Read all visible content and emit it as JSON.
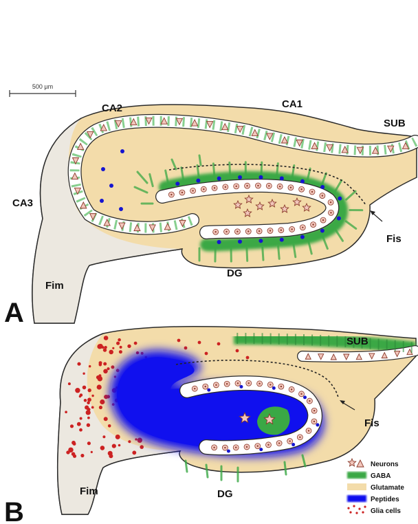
{
  "scale_bar": {
    "label": "500 µm"
  },
  "panel_a": {
    "letter": "A",
    "labels": {
      "ca1": "CA1",
      "ca2": "CA2",
      "ca3": "CA3",
      "sub": "SUB",
      "fis": "Fis",
      "dg": "DG",
      "fim": "Fim"
    }
  },
  "panel_b": {
    "letter": "B",
    "labels": {
      "sub": "SUB",
      "fis": "Fis",
      "dg": "DG",
      "fim": "Fim"
    }
  },
  "legend": [
    {
      "key": "neurons",
      "label": "Neurons"
    },
    {
      "key": "gaba",
      "label": "GABA"
    },
    {
      "key": "glutamate",
      "label": "Glutamate"
    },
    {
      "key": "peptides",
      "label": "Peptides"
    },
    {
      "key": "glia",
      "label": "Glia cells"
    }
  ],
  "colors": {
    "glutamate": "#f3dcaa",
    "gaba": "#3aa845",
    "peptides": "#1010ee",
    "glia": "#cc2222",
    "fimbria": "#ece8e0",
    "neuron_fill": "#f2c6bc",
    "neuron_stroke": "#8a3a2a"
  }
}
